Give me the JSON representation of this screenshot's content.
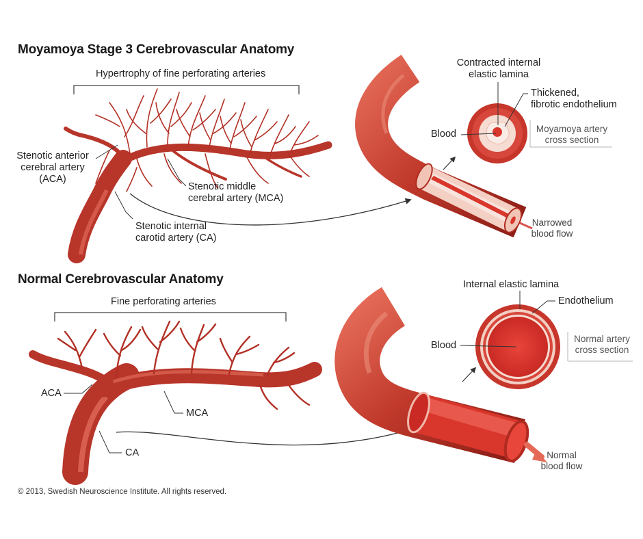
{
  "moyamoya": {
    "title": "Moyamoya Stage 3 Cerebrovascular Anatomy",
    "bracket_label": "Hypertrophy of fine perforating arteries",
    "aca_label": [
      "Stenotic anterior",
      "cerebral artery",
      "(ACA)"
    ],
    "mca_label": [
      "Stenotic middle",
      "cerebral artery (MCA)"
    ],
    "ca_label": [
      "Stenotic internal",
      "carotid artery (CA)"
    ],
    "lamina_label": [
      "Contracted internal",
      "elastic lamina"
    ],
    "endothelium_label": [
      "Thickened,",
      "fibrotic endothelium"
    ],
    "blood_label": "Blood",
    "cross_section_label": [
      "Moyamoya artery",
      "cross section"
    ],
    "flow_label": [
      "Narrowed",
      "blood flow"
    ]
  },
  "normal": {
    "title": "Normal Cerebrovascular Anatomy",
    "bracket_label": "Fine perforating arteries",
    "aca_label": "ACA",
    "mca_label": "MCA",
    "ca_label": "CA",
    "lamina_label": "Internal elastic lamina",
    "endothelium_label": "Endothelium",
    "blood_label": "Blood",
    "cross_section_label": [
      "Normal artery",
      "cross section"
    ],
    "flow_label": [
      "Normal",
      "blood flow"
    ]
  },
  "copyright": "© 2013, Swedish Neuroscience Institute. All rights reserved.",
  "colors": {
    "artery": "#c0392b",
    "artery_dark": "#8e1f17",
    "artery_light": "#e0604e",
    "lumen": "#e23a32",
    "wall_pale": "#f6d2c6",
    "leader": "#333333",
    "bracket": "#444444",
    "divider": "#b5b5b5"
  }
}
